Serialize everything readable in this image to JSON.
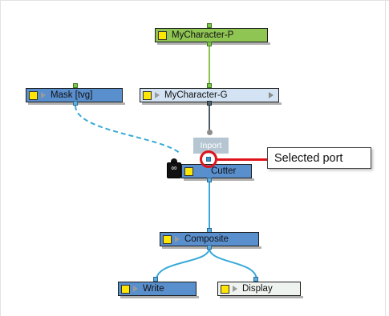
{
  "nodes": {
    "mycharacter_p": {
      "label": "MyCharacter-P"
    },
    "mycharacter_g": {
      "label": "MyCharacter-G"
    },
    "mask": {
      "label": "Mask  [tvg]"
    },
    "cutter": {
      "label": "Cutter"
    },
    "composite": {
      "label": "Composite"
    },
    "write": {
      "label": "Write"
    },
    "display": {
      "label": "Display"
    }
  },
  "inport_tag": {
    "label": "Inport"
  },
  "callout": {
    "text": "Selected port"
  },
  "colors": {
    "group_node": "#8fc553",
    "module_node": "#5a8fce",
    "disabled_node": "#d3e3f3",
    "display_node": "#eef3f0",
    "link": "#39a9d8",
    "highlight": "#e0121a"
  }
}
